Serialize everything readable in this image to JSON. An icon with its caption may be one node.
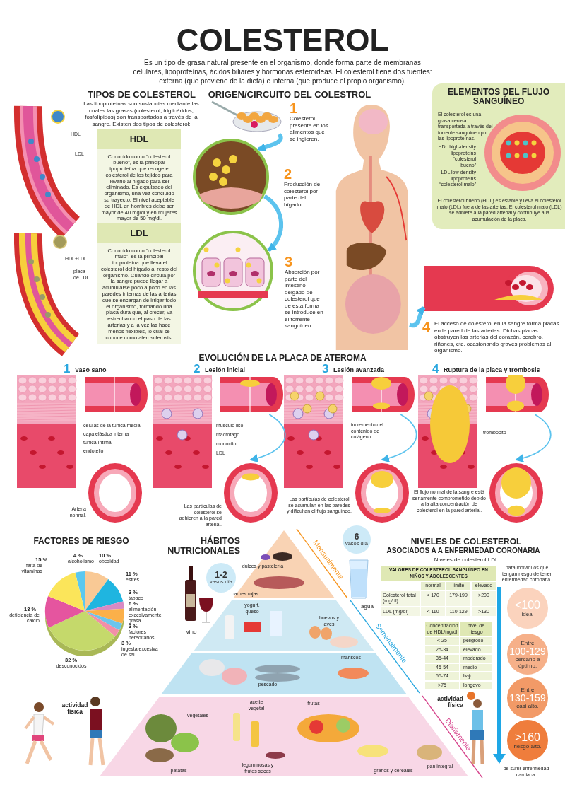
{
  "diagram": {
    "title": "COLESTEROL",
    "nodes": [
      {
        "text": [
          "HDL",
          "Conocido como “colesterol bueno”, es la principal lipoproteína que recoge el colesterol de los tejidos para llevarlo al hígado para ser eliminado. Es expulsado del organismo, una vez concluido su trayecto. El nivel aceptable de HDL en hombres debe ser mayor de 40 mg/dl y en mujeres mayor de 50 mg/dl."
        ]
      },
      {
        "text": [
          "LDL",
          "Conocido como “colesterol malo”, es la principal lipoproteína que lleva el colesterol del hígado al resto del organismo. Cuando circula por la sangre puede llegar a acumularse poco a poco en las paredes internas de las arterias que se encargan de irrigar todo el organismo, formando una placa dura que, al crecer, va estrechando el paso de las arterias y a la vez las hace menos flexibles, lo cual se conoce como aterosclerosis."
        ]
      },
      {
        "text": [],
        "shape": "picture"
      },
      {
        "text": [],
        "shape": "picture"
      },
      {
        "text": [],
        "shape": "picture"
      },
      {
        "text": [],
        "shape": "picture"
      },
      {
        "text": [],
        "shape": "picture"
      },
      {
        "text": [
          "ELEMENTOS DEL FLUJO SANGUÍNEO",
          "El colesterol es una grasa cerosa transportada a través del torrente sanguíneo por las lipoproteínas.",
          "HDL high-density lipoproteins “colesterol bueno”",
          "LDL low-density lipoproteins “colesterol malo”",
          "El colesterol bueno (HDL) es estable y lleva el colesterol malo (LDL) fuera de las arterias. El colesterol malo (LDL) se adhiere a la pared arterial y contribuye a la acumulación de la placa."
        ]
      },
      {
        "text": [],
        "shape": "picture"
      },
      {
        "text": [],
        "shape": "picture"
      },
      {
        "text": [],
        "shape": "picture"
      },
      {
        "text": [],
        "shape": "picture"
      },
      {
        "text": [],
        "shape": "picture"
      },
      {
        "text": [],
        "shape": "picture"
      },
      {
        "text": [],
        "shape": "picture"
      },
      {
        "text": [],
        "shape": "picture"
      },
      {
        "text": [
          "1-2",
          "vasos día"
        ]
      },
      {
        "text": [
          "6",
          "vasos día"
        ]
      },
      {
        "text": [
          "<100",
          "ideal"
        ]
      },
      {
        "text": [
          "Entre",
          "100-129",
          "cercano a óptimo."
        ]
      },
      {
        "text": [
          "Entre",
          "130-159",
          "casi alto."
        ]
      },
      {
        "text": [
          ">160",
          "riesgo alto."
        ]
      }
    ],
    "edges": [
      {
        "from": 2,
        "to": 3,
        "arrow": "to",
        "style": "thick"
      },
      {
        "from": 3,
        "to": 4,
        "arrow": "to",
        "style": "thick"
      },
      {
        "from": 5,
        "to": 6,
        "arrow": "to",
        "style": "thick"
      },
      {
        "from": 10,
        "to": 11,
        "arrow": "to"
      },
      {
        "from": 12,
        "to": 13,
        "arrow": "to"
      },
      {
        "from": 14,
        "to": 15,
        "arrow": "to"
      }
    ],
    "labels": [
      "Es un tipo de grasa natural presente en el organismo, donde forma parte de membranas celulares, lipoproteínas, ácidos biliares y hormonas esteroideas. El colesterol tiene dos fuentes: externa (que proviene de la dieta) e interna (que produce el propio organismo).",
      "TIPOS DE COLESTEROL",
      "Las lipoproteínas son sustancias mediante las cuales las grasas (colesterol, triglicéridos, fosfolípidos) son transportados a través de la sangre. Existen dos tipos de colesterol:",
      "HDL",
      "LDL",
      "HDL+LDL",
      "placa de LDL",
      "ORIGEN/CIRCUITO DEL COLESTROL",
      "1",
      "Colesterol presente en los alimentos que se ingieren.",
      "2",
      "Producción de colesterol por parte del hígado.",
      "3",
      "Absorción por parte del intestino delgado de colesterol que de esta forma se introduce en el torrente sanguíneo.",
      "4",
      "El acceso de colesterol en la sangre forma placas en la pared de las arterias. Dichas placas obstruyen las arterias del corazón, cerebro, riñones, etc. ocasionando graves problemas al organismo.",
      "EVOLUCIÓN DE LA PLACA DE ATEROMA",
      "1",
      "Vaso sano",
      "2",
      "Lesión inicial",
      "3",
      "Lesión avanzada",
      "4",
      "Ruptura de la placa y trombosis",
      "células de la túnica media",
      "capa elástica interna",
      "túnica íntima",
      "endotelio",
      "Arteria normal.",
      "músculo liso",
      "macrófago",
      "monocito",
      "LDL",
      "Las partículas de colesterol se adhieren a la pared arterial.",
      "incremento del contenido de colágeno",
      "Las partículas de colesterol se acumulan en las paredes y dificultan el flujo sanguíneo.",
      "trombocito",
      "El flujo normal de la sangre está seriamente comprometido debido a la alta concentración de colesterol en la pared arterial.",
      "HÁBITOS NUTRICIONALES",
      "Mensualmente",
      "dulces y pastelería",
      "carnes rojas",
      "agua",
      "yogurt, queso",
      "huevos y aves",
      "vino",
      "Semanalmente",
      "mariscos",
      "pescado",
      "aceite vegetal",
      "frutas",
      "vegetales",
      "actividad física",
      "actividad física",
      "Diariamente",
      "patatas",
      "leguminosas y frutos secos",
      "granos y cereales",
      "pan integral",
      "NIVELES DE COLESTEROL",
      "ASOCIADOS A A ENFERMEDAD CORONARIA",
      "Niveles de colesterol LDL",
      "VALORES DE COLESTEROL SANGUÍNEO EN NIÑOS Y ADOLESCENTES",
      "para individuos que tengan riesgo de tener enfermedad coronaria.",
      "normal",
      "límite",
      "elevado",
      "Colesterol total (mg/dl)",
      "< 170",
      "179-199",
      ">200",
      "LDL (mg/dl)",
      "< 110",
      "110-129",
      ">130",
      "Concentración de HDL/mg/dl",
      "nivel de riesgo",
      "< 25",
      "peligroso",
      "25-34",
      "elevado",
      "35-44",
      "moderado",
      "45-54",
      "medio",
      "55-74",
      "bajo",
      ">75",
      "longevo",
      "de sufrir enfermedad cardiaca."
    ],
    "chart_data": {
      "type": "pie",
      "title": "FACTORES DE RIESGO",
      "categories": [
        "alcoholismo",
        "obesidad",
        "estrés",
        "tabaco",
        "alimentación excesivamente grasa",
        "factores hereditarios",
        "ingesta excesiva de sal",
        "desconocidos",
        "deficiencia de calcio",
        "falta de vitaminas"
      ],
      "values": [
        4,
        10,
        11,
        3,
        6,
        3,
        3,
        32,
        13,
        15
      ],
      "value_labels": [
        "4 %",
        "10 %",
        "11 %",
        "3 %",
        "6 %",
        "3 %",
        "3 %",
        "32 %",
        "13 %",
        "15 %"
      ]
    }
  }
}
